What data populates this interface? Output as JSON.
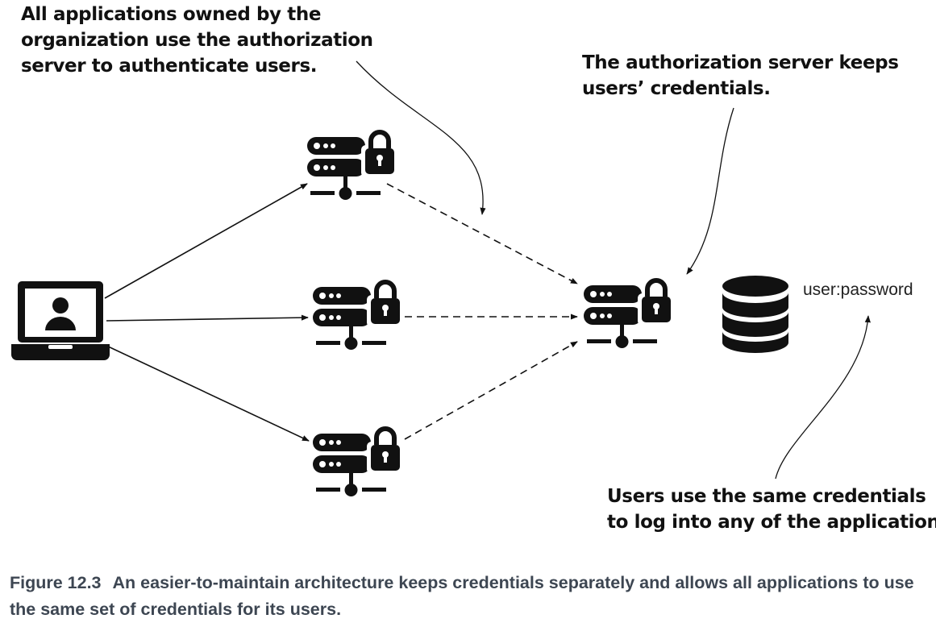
{
  "annotations": {
    "apps": [
      "All applications owned by the",
      "organization use the authorization",
      "server to authenticate users."
    ],
    "auth_server": [
      "The authorization server keeps",
      "users’ credentials."
    ],
    "users": [
      "Users use the same credentials",
      "to log into any of the applications."
    ]
  },
  "credential_label": "user:password",
  "caption": {
    "number": "Figure 12.3",
    "text": "An easier-to-maintain architecture keeps credentials separately and allows all applications to use the same set of credentials for its users."
  },
  "icons": {
    "client": "laptop-user-icon",
    "apps": [
      "server-lock-icon",
      "server-lock-icon",
      "server-lock-icon"
    ],
    "auth": "server-lock-icon",
    "store": "database-icon"
  },
  "colors": {
    "ink": "#111111",
    "caption": "#3d4652"
  }
}
